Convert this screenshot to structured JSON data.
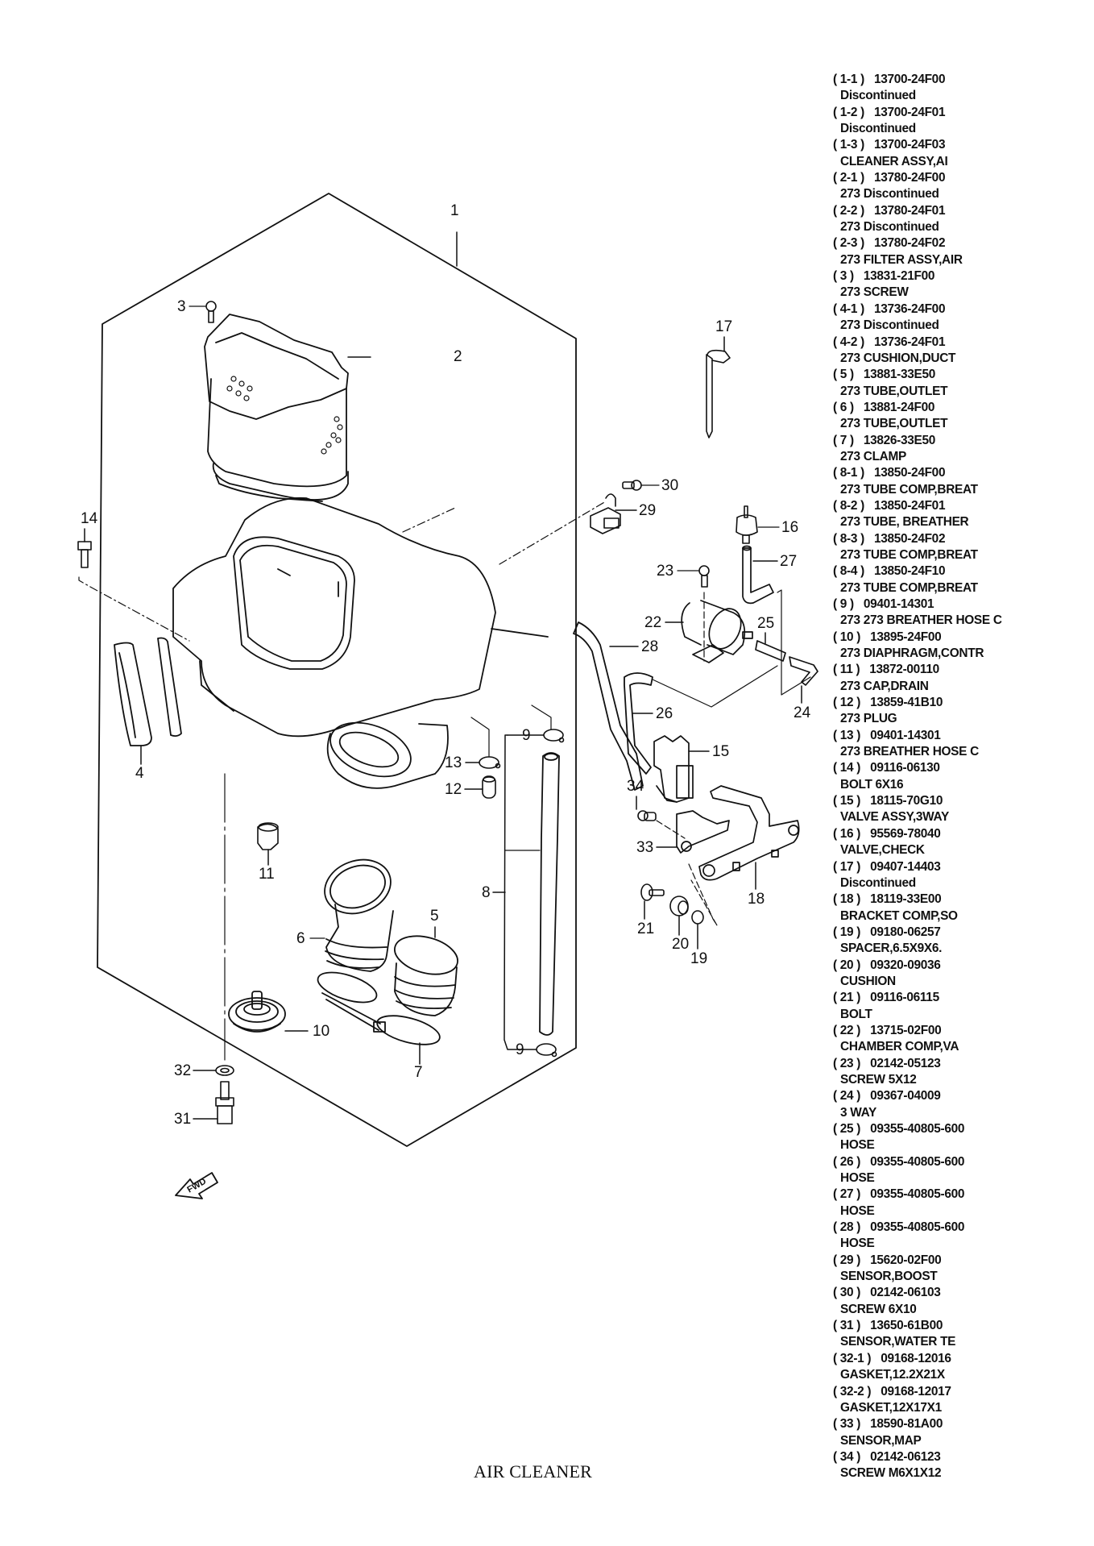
{
  "title": "AIR CLEANER",
  "fwd_label": "FWD",
  "callouts": [
    {
      "id": "1",
      "label": "1"
    },
    {
      "id": "2",
      "label": "2"
    },
    {
      "id": "3",
      "label": "3"
    },
    {
      "id": "4",
      "label": "4"
    },
    {
      "id": "5",
      "label": "5"
    },
    {
      "id": "6",
      "label": "6"
    },
    {
      "id": "7",
      "label": "7"
    },
    {
      "id": "8",
      "label": "8"
    },
    {
      "id": "9a",
      "label": "9"
    },
    {
      "id": "9b",
      "label": "9"
    },
    {
      "id": "10",
      "label": "10"
    },
    {
      "id": "11",
      "label": "11"
    },
    {
      "id": "12",
      "label": "12"
    },
    {
      "id": "13",
      "label": "13"
    },
    {
      "id": "14",
      "label": "14"
    },
    {
      "id": "15",
      "label": "15"
    },
    {
      "id": "16",
      "label": "16"
    },
    {
      "id": "17",
      "label": "17"
    },
    {
      "id": "18",
      "label": "18"
    },
    {
      "id": "19",
      "label": "19"
    },
    {
      "id": "20",
      "label": "20"
    },
    {
      "id": "21",
      "label": "21"
    },
    {
      "id": "22",
      "label": "22"
    },
    {
      "id": "23",
      "label": "23"
    },
    {
      "id": "24",
      "label": "24"
    },
    {
      "id": "25",
      "label": "25"
    },
    {
      "id": "26",
      "label": "26"
    },
    {
      "id": "27",
      "label": "27"
    },
    {
      "id": "28",
      "label": "28"
    },
    {
      "id": "29",
      "label": "29"
    },
    {
      "id": "30",
      "label": "30"
    },
    {
      "id": "31",
      "label": "31"
    },
    {
      "id": "32",
      "label": "32"
    },
    {
      "id": "33",
      "label": "33"
    },
    {
      "id": "34",
      "label": "34"
    }
  ],
  "parts": [
    {
      "ref": "( 1-1 )",
      "number": "13700-24F00",
      "desc": "Discontinued"
    },
    {
      "ref": "( 1-2 )",
      "number": "13700-24F01",
      "desc": "Discontinued"
    },
    {
      "ref": "( 1-3 )",
      "number": "13700-24F03",
      "desc": "CLEANER ASSY,AI"
    },
    {
      "ref": "( 2-1 )",
      "number": "13780-24F00",
      "desc": "273 Discontinued"
    },
    {
      "ref": "( 2-2 )",
      "number": "13780-24F01",
      "desc": "273 Discontinued"
    },
    {
      "ref": "( 2-3 )",
      "number": "13780-24F02",
      "desc": "273 FILTER ASSY,AIR"
    },
    {
      "ref": "( 3 )",
      "number": "13831-21F00",
      "desc": "273 SCREW"
    },
    {
      "ref": "( 4-1 )",
      "number": "13736-24F00",
      "desc": "273 Discontinued"
    },
    {
      "ref": "( 4-2 )",
      "number": "13736-24F01",
      "desc": "273 CUSHION,DUCT"
    },
    {
      "ref": "( 5 )",
      "number": "13881-33E50",
      "desc": "273 TUBE,OUTLET"
    },
    {
      "ref": "( 6 )",
      "number": "13881-24F00",
      "desc": "273 TUBE,OUTLET"
    },
    {
      "ref": "( 7 )",
      "number": "13826-33E50",
      "desc": "273 CLAMP"
    },
    {
      "ref": "( 8-1 )",
      "number": "13850-24F00",
      "desc": "273 TUBE COMP,BREAT"
    },
    {
      "ref": "( 8-2 )",
      "number": "13850-24F01",
      "desc": "273 TUBE, BREATHER"
    },
    {
      "ref": "( 8-3 )",
      "number": "13850-24F02",
      "desc": "273 TUBE COMP,BREAT"
    },
    {
      "ref": "( 8-4 )",
      "number": "13850-24F10",
      "desc": "273 TUBE COMP,BREAT"
    },
    {
      "ref": "( 9 )",
      "number": "09401-14301",
      "desc": "273 273 BREATHER HOSE C"
    },
    {
      "ref": "( 10 )",
      "number": "13895-24F00",
      "desc": "273 DIAPHRAGM,CONTR"
    },
    {
      "ref": "( 11 )",
      "number": "13872-00110",
      "desc": "273 CAP,DRAIN"
    },
    {
      "ref": "( 12 )",
      "number": "13859-41B10",
      "desc": "273 PLUG"
    },
    {
      "ref": "( 13 )",
      "number": "09401-14301",
      "desc": "273 BREATHER HOSE C"
    },
    {
      "ref": "( 14 )",
      "number": "09116-06130",
      "desc": "BOLT 6X16"
    },
    {
      "ref": "( 15 )",
      "number": "18115-70G10",
      "desc": "VALVE ASSY,3WAY"
    },
    {
      "ref": "( 16 )",
      "number": "95569-78040",
      "desc": "VALVE,CHECK"
    },
    {
      "ref": "( 17 )",
      "number": "09407-14403",
      "desc": "Discontinued"
    },
    {
      "ref": "( 18 )",
      "number": "18119-33E00",
      "desc": "BRACKET COMP,SO"
    },
    {
      "ref": "( 19 )",
      "number": "09180-06257",
      "desc": "SPACER,6.5X9X6."
    },
    {
      "ref": "( 20 )",
      "number": "09320-09036",
      "desc": "CUSHION"
    },
    {
      "ref": "( 21 )",
      "number": "09116-06115",
      "desc": "BOLT"
    },
    {
      "ref": "( 22 )",
      "number": "13715-02F00",
      "desc": "CHAMBER COMP,VA"
    },
    {
      "ref": "( 23 )",
      "number": "02142-05123",
      "desc": "SCREW 5X12"
    },
    {
      "ref": "( 24 )",
      "number": "09367-04009",
      "desc": "3 WAY"
    },
    {
      "ref": "( 25 )",
      "number": "09355-40805-600",
      "desc": "HOSE"
    },
    {
      "ref": "( 26 )",
      "number": "09355-40805-600",
      "desc": "HOSE"
    },
    {
      "ref": "( 27 )",
      "number": "09355-40805-600",
      "desc": "HOSE"
    },
    {
      "ref": "( 28 )",
      "number": "09355-40805-600",
      "desc": "HOSE"
    },
    {
      "ref": "( 29 )",
      "number": "15620-02F00",
      "desc": "SENSOR,BOOST"
    },
    {
      "ref": "( 30 )",
      "number": "02142-06103",
      "desc": "SCREW 6X10"
    },
    {
      "ref": "( 31 )",
      "number": "13650-61B00",
      "desc": "SENSOR,WATER TE"
    },
    {
      "ref": "( 32-1 )",
      "number": "09168-12016",
      "desc": "GASKET,12.2X21X"
    },
    {
      "ref": "( 32-2 )",
      "number": "09168-12017",
      "desc": "GASKET,12X17X1"
    },
    {
      "ref": "( 33 )",
      "number": "18590-81A00",
      "desc": "SENSOR,MAP"
    },
    {
      "ref": "( 34 )",
      "number": "02142-06123",
      "desc": "SCREW M6X1X12"
    }
  ]
}
